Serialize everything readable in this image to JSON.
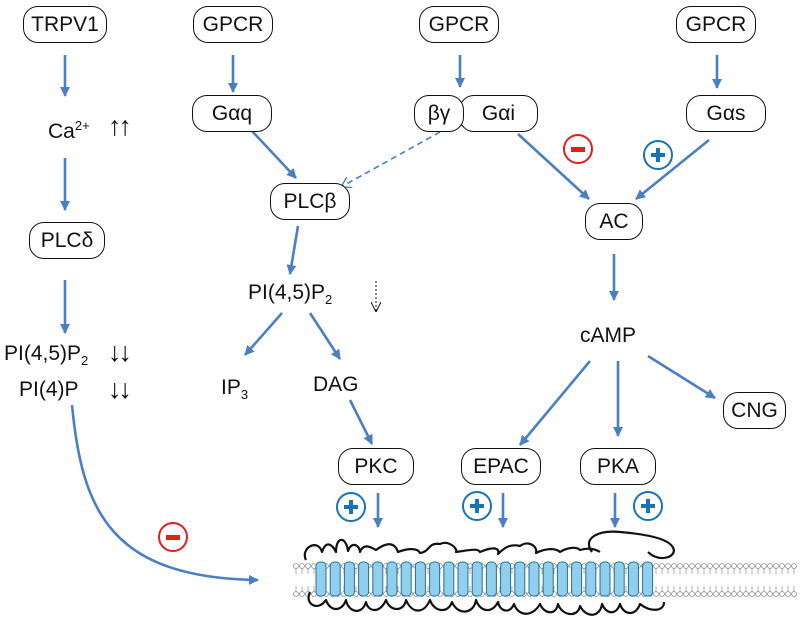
{
  "nodes": {
    "trpv1": "TRPV1",
    "gpcr_gq": "GPCR",
    "gpcr_gi": "GPCR",
    "gpcr_gs": "GPCR",
    "galpha_q": "Gαq",
    "beta_gamma": "βγ",
    "galpha_i": "Gαi",
    "galpha_s": "Gαs",
    "plc_beta": "PLCβ",
    "plc_delta": "PLCδ",
    "ac": "AC",
    "cng": "CNG",
    "pkc": "PKC",
    "epac": "EPAC",
    "pka": "PKA"
  },
  "labels": {
    "ca": "Ca",
    "ca_sup": "2+",
    "pip2_left": "PI(4,5)P",
    "pip2_left_sub": "2",
    "pi4p": "PI(4)P",
    "pip2_mid": "PI(4,5)P",
    "pip2_mid_sub": "2",
    "ip3": "IP",
    "ip3_sub": "3",
    "dag": "DAG",
    "camp": "cAMP"
  },
  "indicators": {
    "up_arrows": "↑↑",
    "down_arrows": "↓↓"
  },
  "colors": {
    "arrow": "#4a7fc1",
    "inhibit": "#e0201c",
    "activate": "#1a72b6",
    "channel": "#8ed0ee"
  }
}
